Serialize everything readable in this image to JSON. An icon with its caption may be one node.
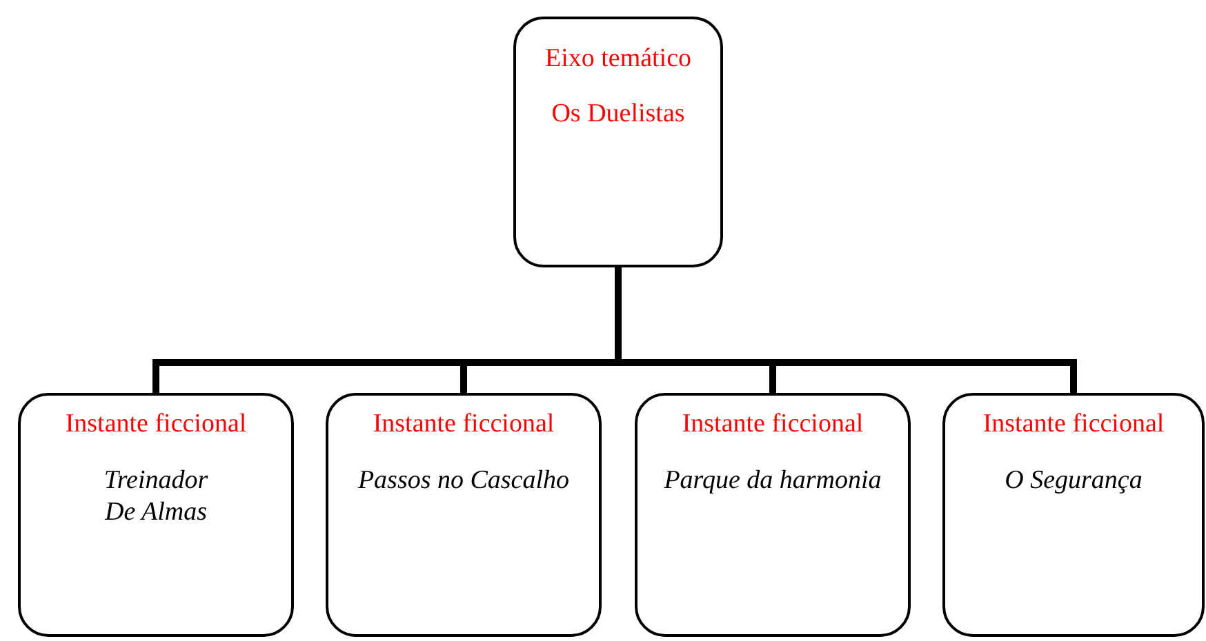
{
  "diagram": {
    "nodes": [
      {
        "text": [
          "Eixo temático",
          "Os Duelistas"
        ]
      },
      {
        "text": [
          "Instante ficcional",
          "Treinador De Almas"
        ]
      },
      {
        "text": [
          "Instante ficcional",
          "Passos no Cascalho"
        ]
      },
      {
        "text": [
          "Instante ficcional",
          "Parque da harmonia"
        ]
      },
      {
        "text": [
          "Instante ficcional",
          "O Segurança"
        ]
      }
    ],
    "edges": [
      {
        "from": 0,
        "to": 1,
        "arrow": "none"
      },
      {
        "from": 0,
        "to": 2,
        "arrow": "none"
      },
      {
        "from": 0,
        "to": 3,
        "arrow": "none"
      },
      {
        "from": 0,
        "to": 4,
        "arrow": "none"
      }
    ]
  }
}
